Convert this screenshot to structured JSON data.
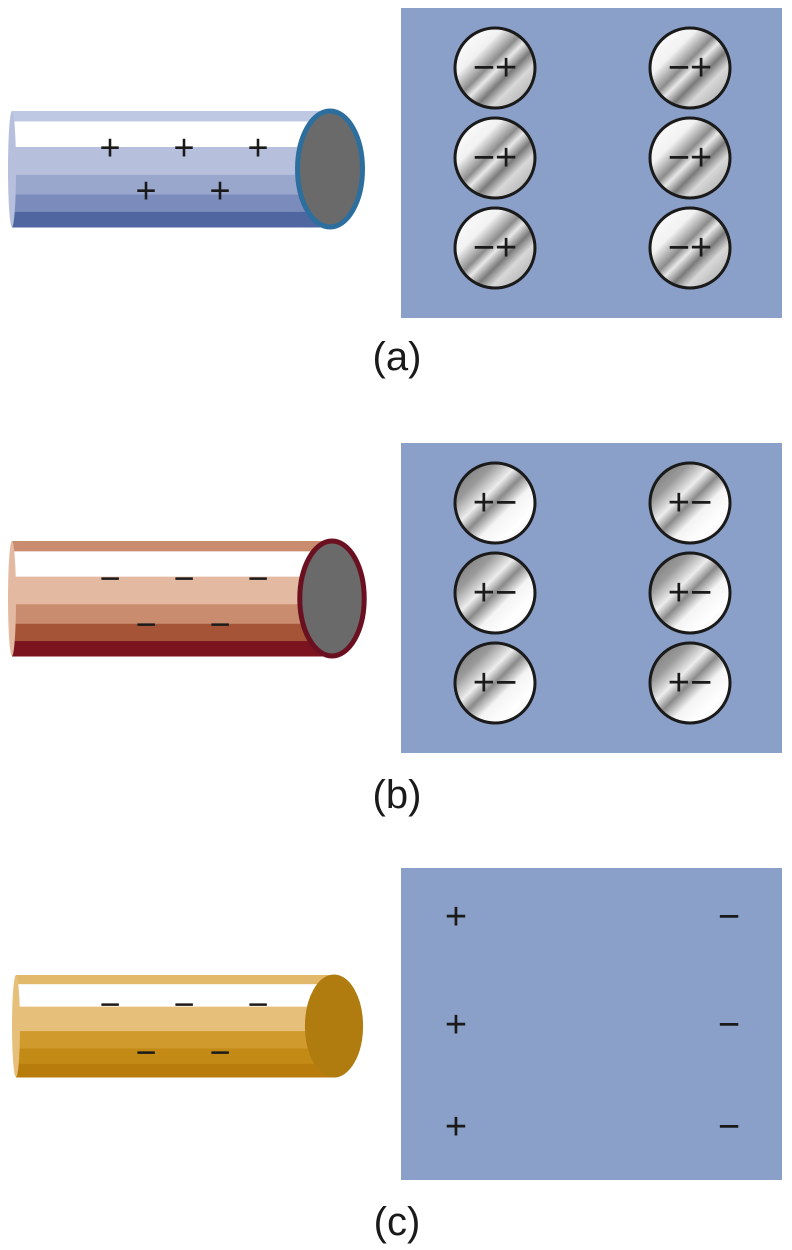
{
  "panels": [
    {
      "caption": "(a)",
      "rod": {
        "material": "glass",
        "colors": [
          "#bfc8e2",
          "#ffffff",
          "#b6c0dd",
          "#9aa7cc",
          "#7b8cbc",
          "#4f66a0"
        ],
        "end_face": "#6a6a6a",
        "rim": "#2c6f9e",
        "charge_signs": [
          "+",
          "+",
          "+",
          "+",
          "+"
        ]
      },
      "box_color": "#8aa0c8",
      "particle_label": "−+",
      "particle_style": "light"
    },
    {
      "caption": "(b)",
      "rod": {
        "material": "amber",
        "colors": [
          "#c98c6e",
          "#ffffff",
          "#e4b9a2",
          "#c98c6e",
          "#a65437",
          "#7c1420"
        ],
        "end_face": "#6a6a6a",
        "rim": "#6b1020",
        "charge_signs": [
          "−",
          "−",
          "−",
          "−",
          "−"
        ]
      },
      "box_color": "#8aa0c8",
      "particle_label": "+−",
      "particle_style": "dark"
    },
    {
      "caption": "(c)",
      "rod": {
        "material": "gold",
        "colors": [
          "#e2b86a",
          "#ffffff",
          "#e6c07a",
          "#d09a2c",
          "#c48a16",
          "#b87c0c"
        ],
        "end_face": "#b07c10",
        "rim": "#b07c10",
        "charge_signs": [
          "−",
          "−",
          "−",
          "−",
          "−"
        ]
      },
      "box_color": "#8aa0c8",
      "left_signs": [
        "+",
        "+",
        "+"
      ],
      "right_signs": [
        "−",
        "−",
        "−"
      ]
    }
  ]
}
